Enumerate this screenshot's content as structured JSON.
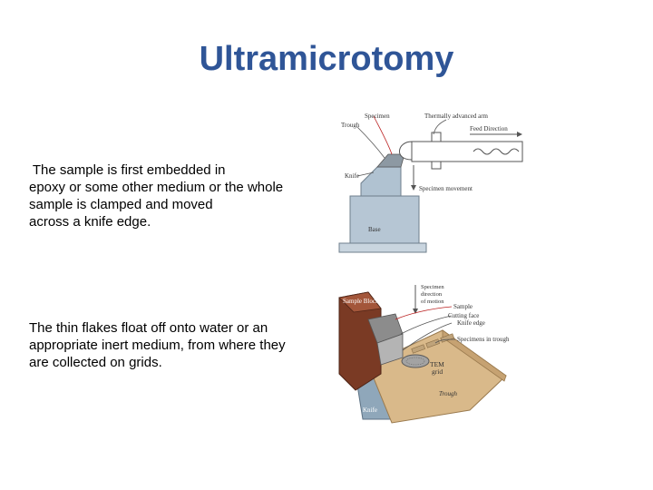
{
  "slide": {
    "title": "Ultramicrotomy",
    "paragraph1": [
      " The sample is first embedded in",
      "epoxy or some other medium or the whole",
      "sample is clamped and moved",
      "across a knife edge."
    ],
    "paragraph2": [
      "The thin flakes float off onto water or an",
      "appropriate inert medium, from where they",
      "are collected on grids."
    ]
  },
  "diagram_top": {
    "labels": {
      "specimen": "Specimen",
      "trough": "Trough",
      "arm": "Thermally advanced arm",
      "feed": "Feed Direction",
      "knife": "Knife",
      "movement": "Specimen movement",
      "base": "Base"
    }
  },
  "diagram_bottom": {
    "labels": {
      "sample_block": "Sample Block",
      "direction_1": "Specimen",
      "direction_2": "direction",
      "direction_3": "of motion",
      "sample": "Sample",
      "cutting_face": "Cutting face",
      "knife_edge": "Knife edge",
      "specimens_trough": "Specimens in trough",
      "tem": "TEM",
      "grid": "grid",
      "trough": "Trough",
      "knife": "Knife"
    }
  },
  "colors": {
    "title": "#2f5597",
    "knife_blue": "#a8bccd",
    "trough_tan": "#d9b98a",
    "block_brown": "#7a3a24"
  }
}
